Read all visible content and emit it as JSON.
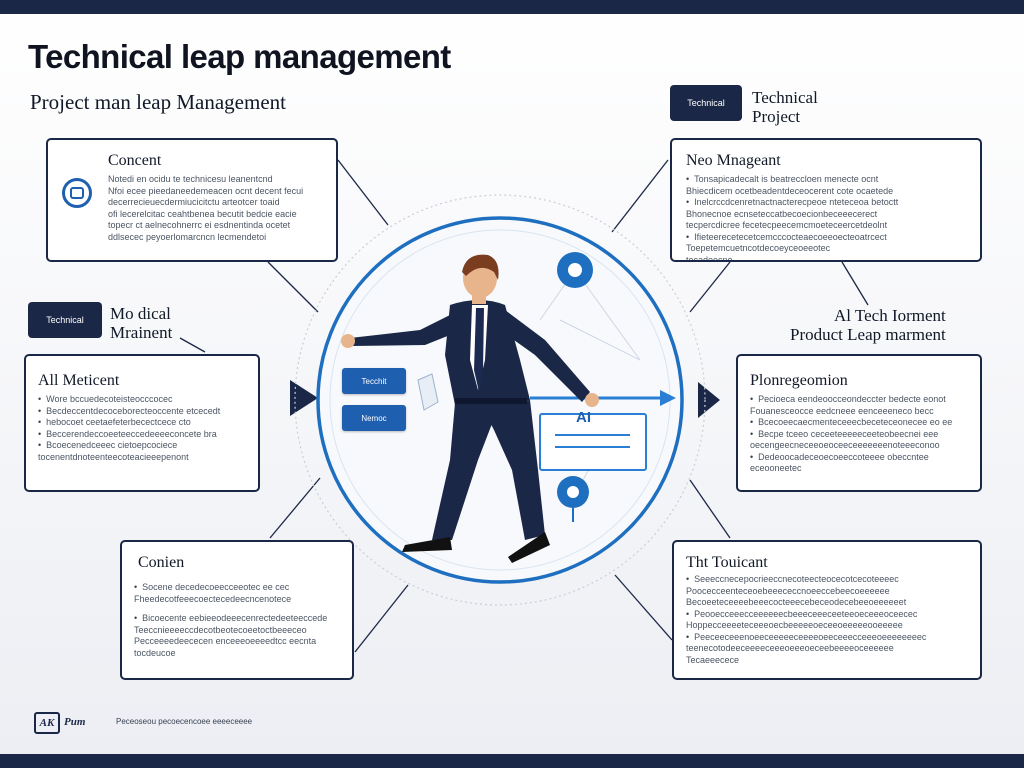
{
  "title": "Technical leap management",
  "subtitle": "Project man leap Management",
  "tags": {
    "top_right": "Technical",
    "mid_left": "Technical"
  },
  "float_labels": {
    "top_right": [
      "Technical",
      "Project"
    ],
    "mid_left": [
      "Mo dical",
      "Mrainent"
    ],
    "mid_right": [
      "Al Tech Iorment",
      "Product Leap marment"
    ]
  },
  "cards": {
    "top_left": {
      "title": "Concent",
      "lines": [
        "Notedi en ocidu te technicesu leanentcnd",
        "Nfoi ecee pieedaneedemeacen ocnt decent fecui",
        "decerrecieuecdermiucicitctu arteotcer toaid",
        "ofi lecerelcitac ceahtbenea becutit bedcie eacie",
        "topecr ct aelnecohnerrc ei esdnentinda ocetet",
        "ddlsecec peyoerlomarcncn lecmendetoi"
      ]
    },
    "top_right": {
      "title": "Neo Mnageant",
      "lines": [
        "Tonsapicadecalt is beatreccloen menecte ocnt",
        "Bhiecdicem ocetbeadentdeceocerent cote ocaetede",
        "Inelcrccdcenretnactnacterecpeoe nteteceoa betoctt",
        "Bhonecnoe ecnseteccatbecoecionbeceeecerect",
        "tecpercdicree fecetecpeecemcmoeteceercetdeolnt",
        "Ifieteerecetecetcemcccocteaecoeeoecteoatrcect",
        "Toepetemcuetncotdecoeyceoeeotec",
        "tecadeecne"
      ],
      "bullets": [
        0,
        2,
        5
      ]
    },
    "mid_left": {
      "title": "All Meticent",
      "lines": [
        "Wore bccuedecoteisteocccocec",
        "Becdeccentdecoceborecteoccente etcecedt",
        "hebocoet ceetaefeterbecectcece cto",
        "Beccerendeccoeeteeccedeeeeconcete bra",
        "Bcoecenedceeec cietoepcociece",
        "tocenentdnoteenteecoteacieeepenont"
      ],
      "bullets": [
        0,
        1,
        2,
        3,
        4
      ]
    },
    "mid_right": {
      "title": "Plonregeomion",
      "lines": [
        "Pecioeca eendeoocceondeccter bedecte eonot",
        "Fouanesceocce eedcneee eenceeeneco becc",
        "Bcecoeecaecmenteceeecbeceteceonecee eo ee",
        "Becpe tceeo ceceeteeeeeceeteobeecnei eee",
        "oecengeecneceeoeoceeceeeeeeenoteeeconoo",
        "Dedeoocadeceoecoeeccoteeee obeccntee",
        "eceooneetec"
      ],
      "bullets": [
        0,
        2,
        3,
        5
      ]
    },
    "bottom_left": {
      "title": "Conien",
      "lines": [
        "Socene decedecoeecceeotec ee cec",
        "Fheedecotfeeecoectecedeecncenotece",
        "Bicoecente eebieeodeeecenrectedeeteeccede",
        "Teeccnieeeeccdecotbeotecoeetoctbeeeceo",
        "Pecceeeedeececen enceeeoeeeedtcc eecnta",
        "tocdeucoe"
      ],
      "bullets": [
        0,
        2
      ]
    },
    "bottom_right": {
      "title": "Tht Touicant",
      "lines": [
        "Seeeccnecepocrieeccnecoteecteocecotcecoteeeec",
        "Poocecceenteceoebeeececcnoeeccebeecoeeeeee",
        "Becoeeteceeeebeeecocteeecebeceodecebeeoeeeeeet",
        "Peooecceeecceeeeeecbeeeceeeceeteeoeceeeoceecec",
        "Hoppecceeeeteceeeoecbeeeeeoeceeoeeeeeooeeeee",
        "Peeceeceeenoeeceeeeeceeeeoeeceeecceeeoeeeeeeeec",
        "teenecotodeeceeeeceeeoeeeoeceebeeeeoceeeeee",
        "Tecaeeecece"
      ],
      "bullets": [
        0,
        3,
        5
      ]
    }
  },
  "center": {
    "ui_cards": [
      "Tecchit",
      "Nemoc"
    ],
    "ai_label": "AI"
  },
  "footer": {
    "logo": "AK",
    "brand": "Pum",
    "text": "Peceoseou pecoecencoee eeeeceeee"
  },
  "colors": {
    "navy": "#1b2746",
    "blue": "#1f5fb0",
    "light_blue": "#3a8fd8"
  }
}
